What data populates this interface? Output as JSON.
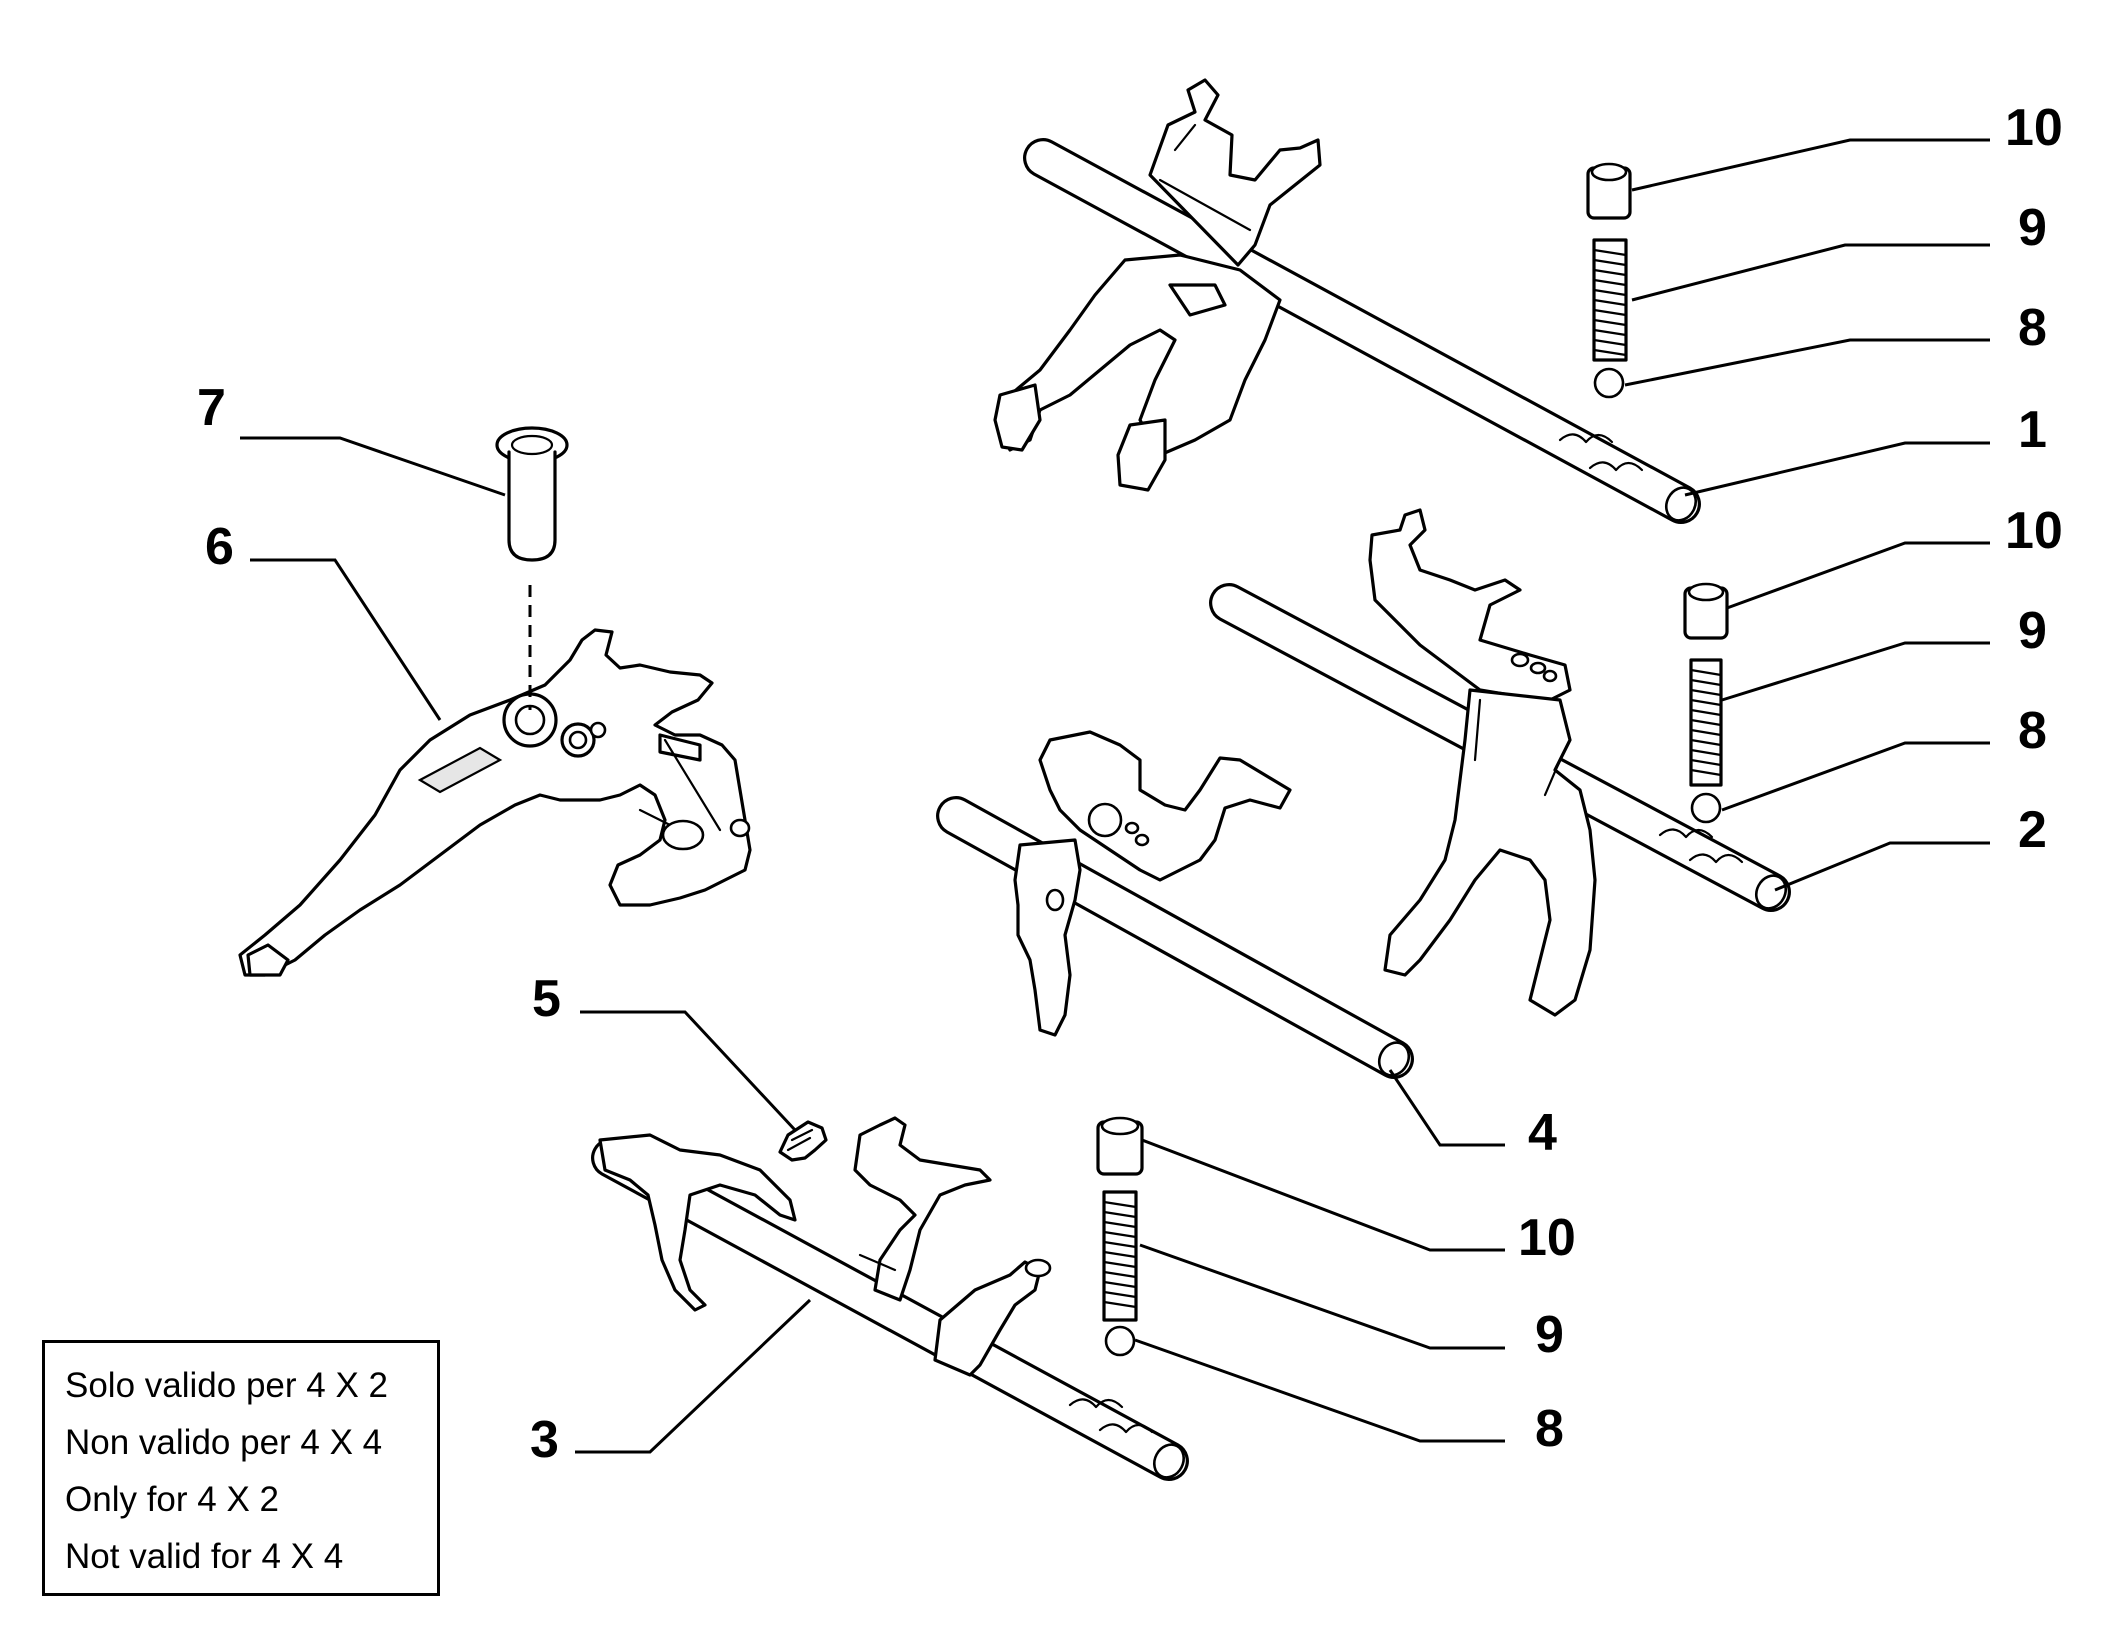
{
  "callouts": {
    "c1": "1",
    "c2": "2",
    "c3": "3",
    "c4": "4",
    "c5": "5",
    "c6": "6",
    "c7": "7",
    "c8a": "8",
    "c8b": "8",
    "c8c": "8",
    "c9a": "9",
    "c9b": "9",
    "c9c": "9",
    "c10a": "10",
    "c10b": "10",
    "c10c": "10"
  },
  "note": {
    "lines": [
      "Solo valido per 4 X 2",
      "Non valido per 4 X 4",
      "Only for 4 X 2",
      "Not valid for 4 X 4"
    ]
  }
}
